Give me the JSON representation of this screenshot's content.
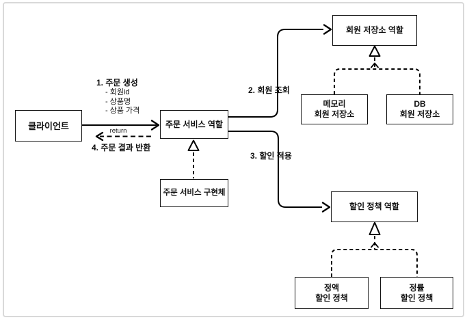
{
  "diagram": {
    "kind": "role-and-implementation diagram (order service)",
    "boxes": {
      "client": {
        "label": "클라이언트"
      },
      "order_service_role": {
        "label": "주문 서비스 역할"
      },
      "order_service_impl": {
        "label": "주문 서비스 구현체"
      },
      "member_repo_role": {
        "label": "회원 저장소 역할"
      },
      "memory_member_repo": {
        "line1": "메모리",
        "line2": "회원 저장소"
      },
      "db_member_repo": {
        "line1": "DB",
        "line2": "회원 저장소"
      },
      "discount_policy_role": {
        "label": "할인 정책 역할"
      },
      "fixed_discount_policy": {
        "line1": "정액",
        "line2": "할인 정책"
      },
      "rate_discount_policy": {
        "line1": "정률",
        "line2": "할인 정책"
      }
    },
    "labels": {
      "step1": "1. 주문 생성",
      "step1_params": [
        "- 회원id",
        "- 상품명",
        "- 상품 가격"
      ],
      "step2": "2. 회원 조회",
      "step3": "3. 할인 적용",
      "step4": "4. 주문 결과 반환",
      "return_label": "return"
    },
    "colors": {
      "line": "#000000",
      "box_border": "#151515",
      "canvas_border": "#d9d9d9",
      "background": "#ffffff"
    }
  }
}
